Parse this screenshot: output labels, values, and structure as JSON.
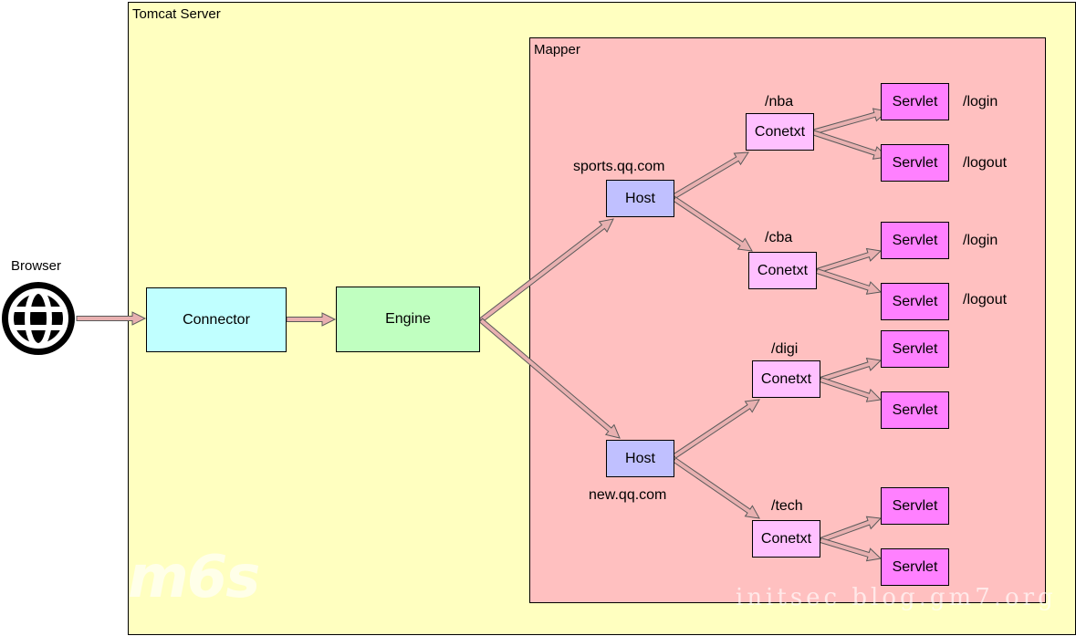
{
  "server": {
    "label": "Tomcat Server"
  },
  "mapper": {
    "label": "Mapper"
  },
  "browser": {
    "label": "Browser",
    "icon": "globe-icon"
  },
  "connector": {
    "label": "Connector"
  },
  "engine": {
    "label": "Engine"
  },
  "hosts": [
    {
      "label": "Host",
      "domain": "sports.qq.com"
    },
    {
      "label": "Host",
      "domain": "new.qq.com"
    }
  ],
  "contexts": [
    {
      "label": "Conetxt",
      "path": "/nba"
    },
    {
      "label": "Conetxt",
      "path": "/cba"
    },
    {
      "label": "Conetxt",
      "path": "/digi"
    },
    {
      "label": "Conetxt",
      "path": "/tech"
    }
  ],
  "servlets": [
    {
      "label": "Servlet",
      "url": "/login"
    },
    {
      "label": "Servlet",
      "url": "/logout"
    },
    {
      "label": "Servlet",
      "url": "/login"
    },
    {
      "label": "Servlet",
      "url": "/logout"
    },
    {
      "label": "Servlet",
      "url": ""
    },
    {
      "label": "Servlet",
      "url": ""
    },
    {
      "label": "Servlet",
      "url": ""
    },
    {
      "label": "Servlet",
      "url": ""
    }
  ],
  "watermark": {
    "text": "initsec blog.gm7.org",
    "logo": "m6s"
  },
  "colors": {
    "server_fill": "#ffffc0",
    "mapper_fill": "#ffc0c0",
    "connector_fill": "#c0ffff",
    "engine_fill": "#c0ffc0",
    "host_fill": "#c0c0ff",
    "context_fill": "#ffc0ff",
    "servlet_fill": "#ff80ff",
    "arrow_fill": "#e8b0b0"
  }
}
